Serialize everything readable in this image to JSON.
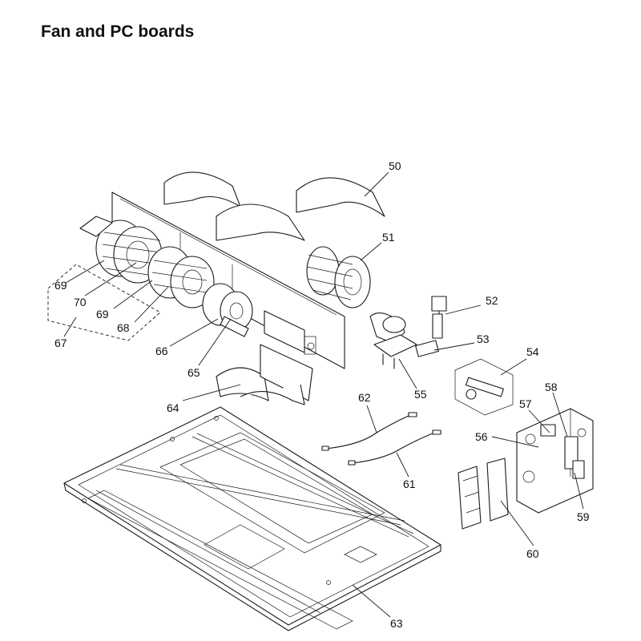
{
  "title": "Fan and PC boards",
  "callouts": [
    {
      "id": "50",
      "text": "50"
    },
    {
      "id": "51",
      "text": "51"
    },
    {
      "id": "52",
      "text": "52"
    },
    {
      "id": "53",
      "text": "53"
    },
    {
      "id": "54",
      "text": "54"
    },
    {
      "id": "55",
      "text": "55"
    },
    {
      "id": "56",
      "text": "56"
    },
    {
      "id": "57",
      "text": "57"
    },
    {
      "id": "58",
      "text": "58"
    },
    {
      "id": "59",
      "text": "59"
    },
    {
      "id": "60",
      "text": "60"
    },
    {
      "id": "61",
      "text": "61"
    },
    {
      "id": "62",
      "text": "62"
    },
    {
      "id": "63",
      "text": "63"
    },
    {
      "id": "64",
      "text": "64"
    },
    {
      "id": "65",
      "text": "65"
    },
    {
      "id": "66",
      "text": "66"
    },
    {
      "id": "67",
      "text": "67"
    },
    {
      "id": "68",
      "text": "68"
    },
    {
      "id": "69a",
      "text": "69"
    },
    {
      "id": "69b",
      "text": "69"
    },
    {
      "id": "70",
      "text": "70"
    }
  ]
}
